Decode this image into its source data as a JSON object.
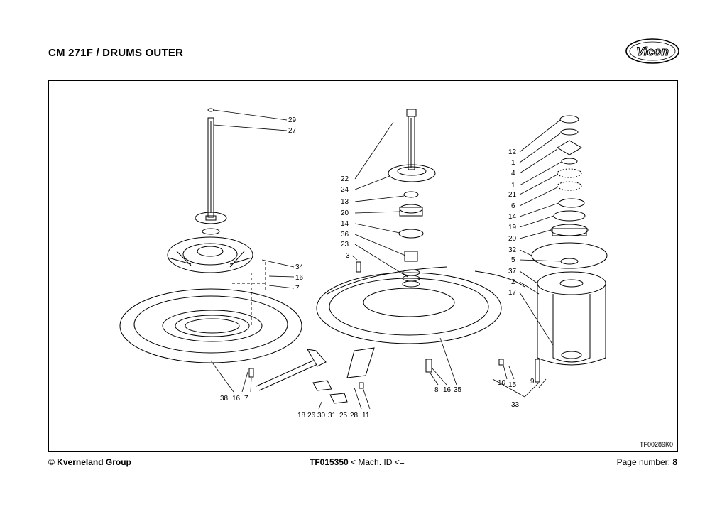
{
  "header": {
    "title": "CM 271F / DRUMS OUTER",
    "logo_text": "Vicon"
  },
  "diagram": {
    "reference": "TF00289K0",
    "left_group": {
      "labels": [
        "29",
        "27",
        "34",
        "16",
        "7"
      ],
      "bottom": [
        "38",
        "16",
        "7"
      ]
    },
    "middle_group": {
      "labels": [
        "22",
        "24",
        "13",
        "20",
        "14",
        "36",
        "23",
        "3"
      ],
      "bottom_right": [
        "8",
        "16",
        "35"
      ],
      "bottom_mid": [
        "18",
        "26",
        "30",
        "31",
        "25",
        "28",
        "11"
      ]
    },
    "right_group": {
      "labels": [
        "12",
        "1",
        "4",
        "1",
        "21",
        "6",
        "14",
        "19",
        "20",
        "32",
        "5",
        "37",
        "2",
        "17"
      ],
      "bottom": [
        "10",
        "15",
        "9",
        "33"
      ]
    }
  },
  "footer": {
    "copyright": "© Kverneland Group",
    "doc_id": "TF015350",
    "doc_suffix": " < Mach. ID <=",
    "page_label": "Page number: ",
    "page_number": "8"
  }
}
